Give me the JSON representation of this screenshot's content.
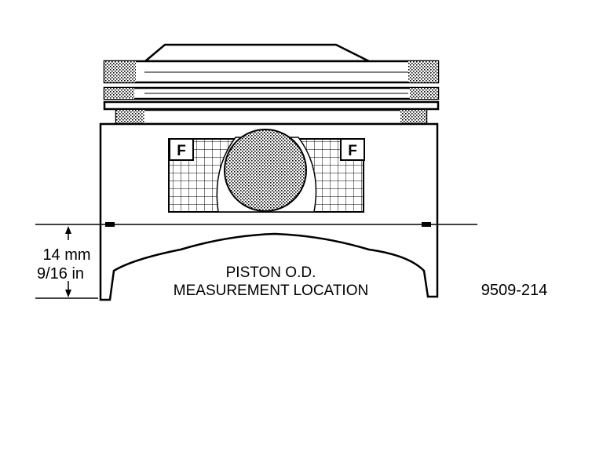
{
  "diagram": {
    "badge_left": "F",
    "badge_right": "F",
    "dimension_metric": "14 mm",
    "dimension_imperial": "9/16 in",
    "caption_line1": "PISTON O.D.",
    "caption_line2": "MEASUREMENT LOCATION",
    "figure_number": "9509-214"
  }
}
